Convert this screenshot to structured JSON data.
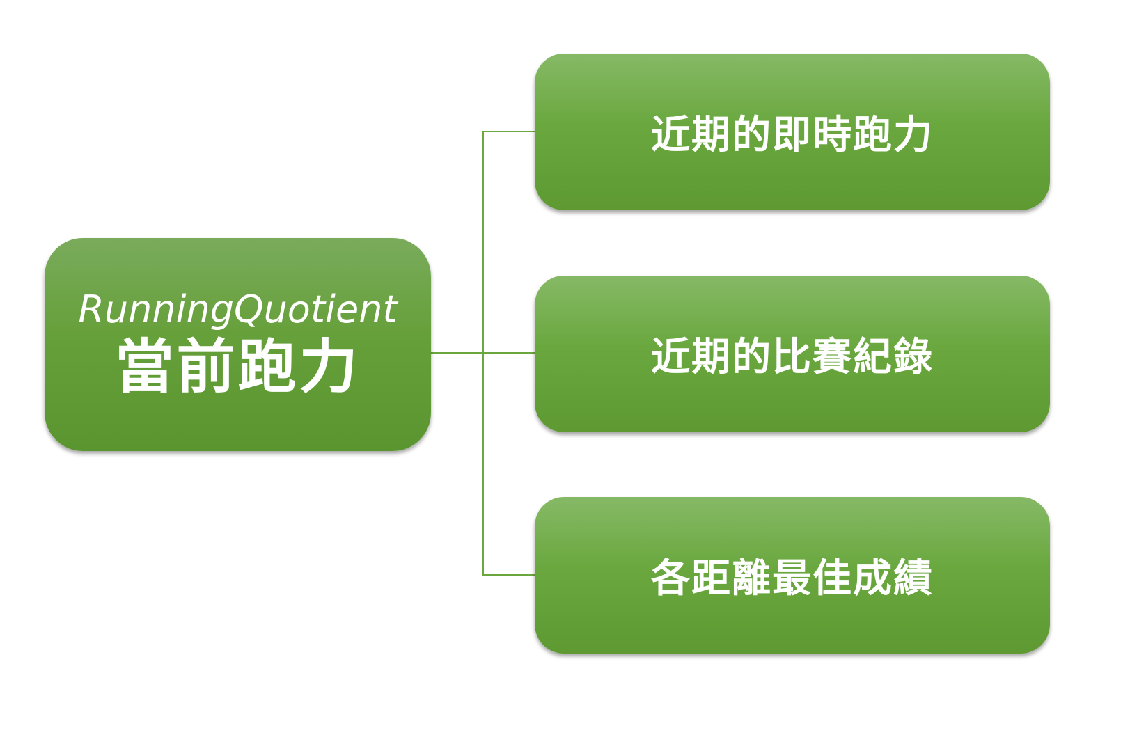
{
  "root": {
    "title_en": "RunningQuotient",
    "title_zh": "當前跑力"
  },
  "children": [
    {
      "label": "近期的即時跑力"
    },
    {
      "label": "近期的比賽紀錄"
    },
    {
      "label": "各距離最佳成績"
    }
  ],
  "colors": {
    "box_top": "#86b966",
    "box_bottom": "#5e9932",
    "connector": "#6aa83f",
    "text": "#ffffff"
  }
}
